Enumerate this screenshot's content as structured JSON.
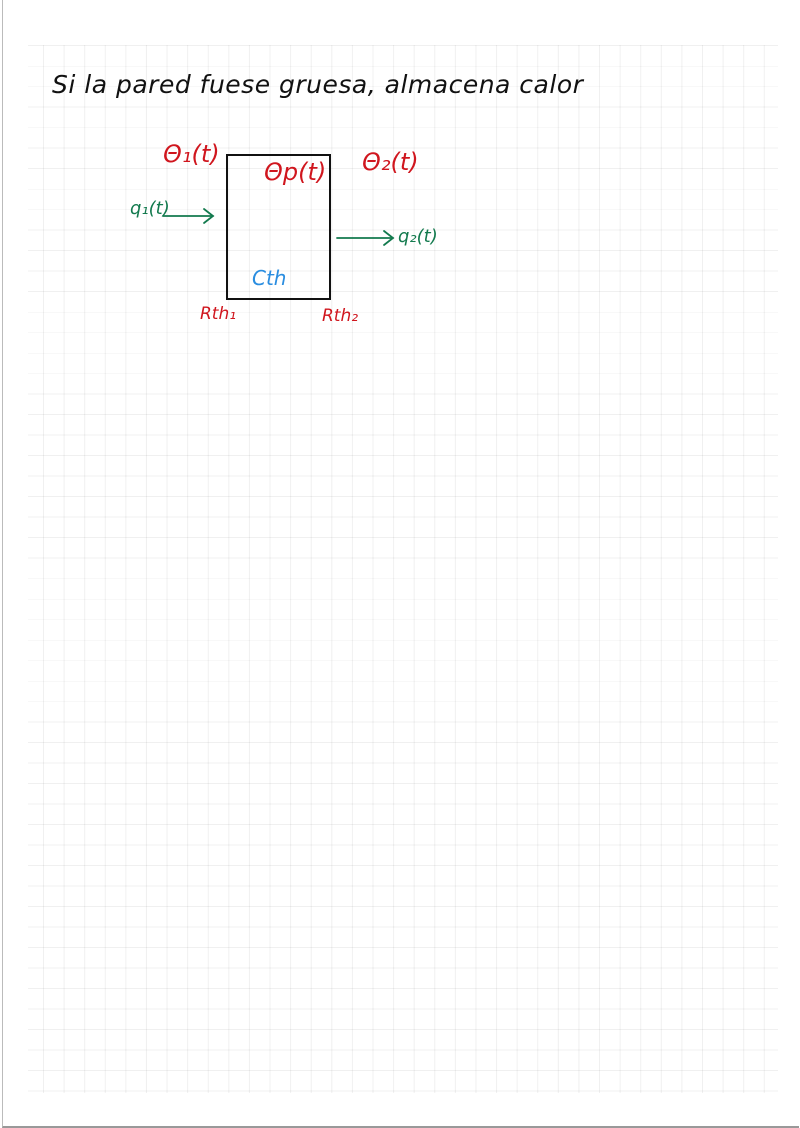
{
  "note": {
    "title": "Si la pared fuese gruesa, almacena calor",
    "labels": {
      "theta1": "Θ₁(t)",
      "thetap": "Θp(t)",
      "theta2": "Θ₂(t)",
      "q1": "q₁(t)",
      "q2": "q₂(t)",
      "cth": "Cth",
      "rth1": "Rth₁",
      "rth2": "Rth₂"
    },
    "colors": {
      "ink": "#111111",
      "temperature": "#d0161e",
      "heat_flow": "#137a4e",
      "capacity": "#2a8de0"
    }
  }
}
